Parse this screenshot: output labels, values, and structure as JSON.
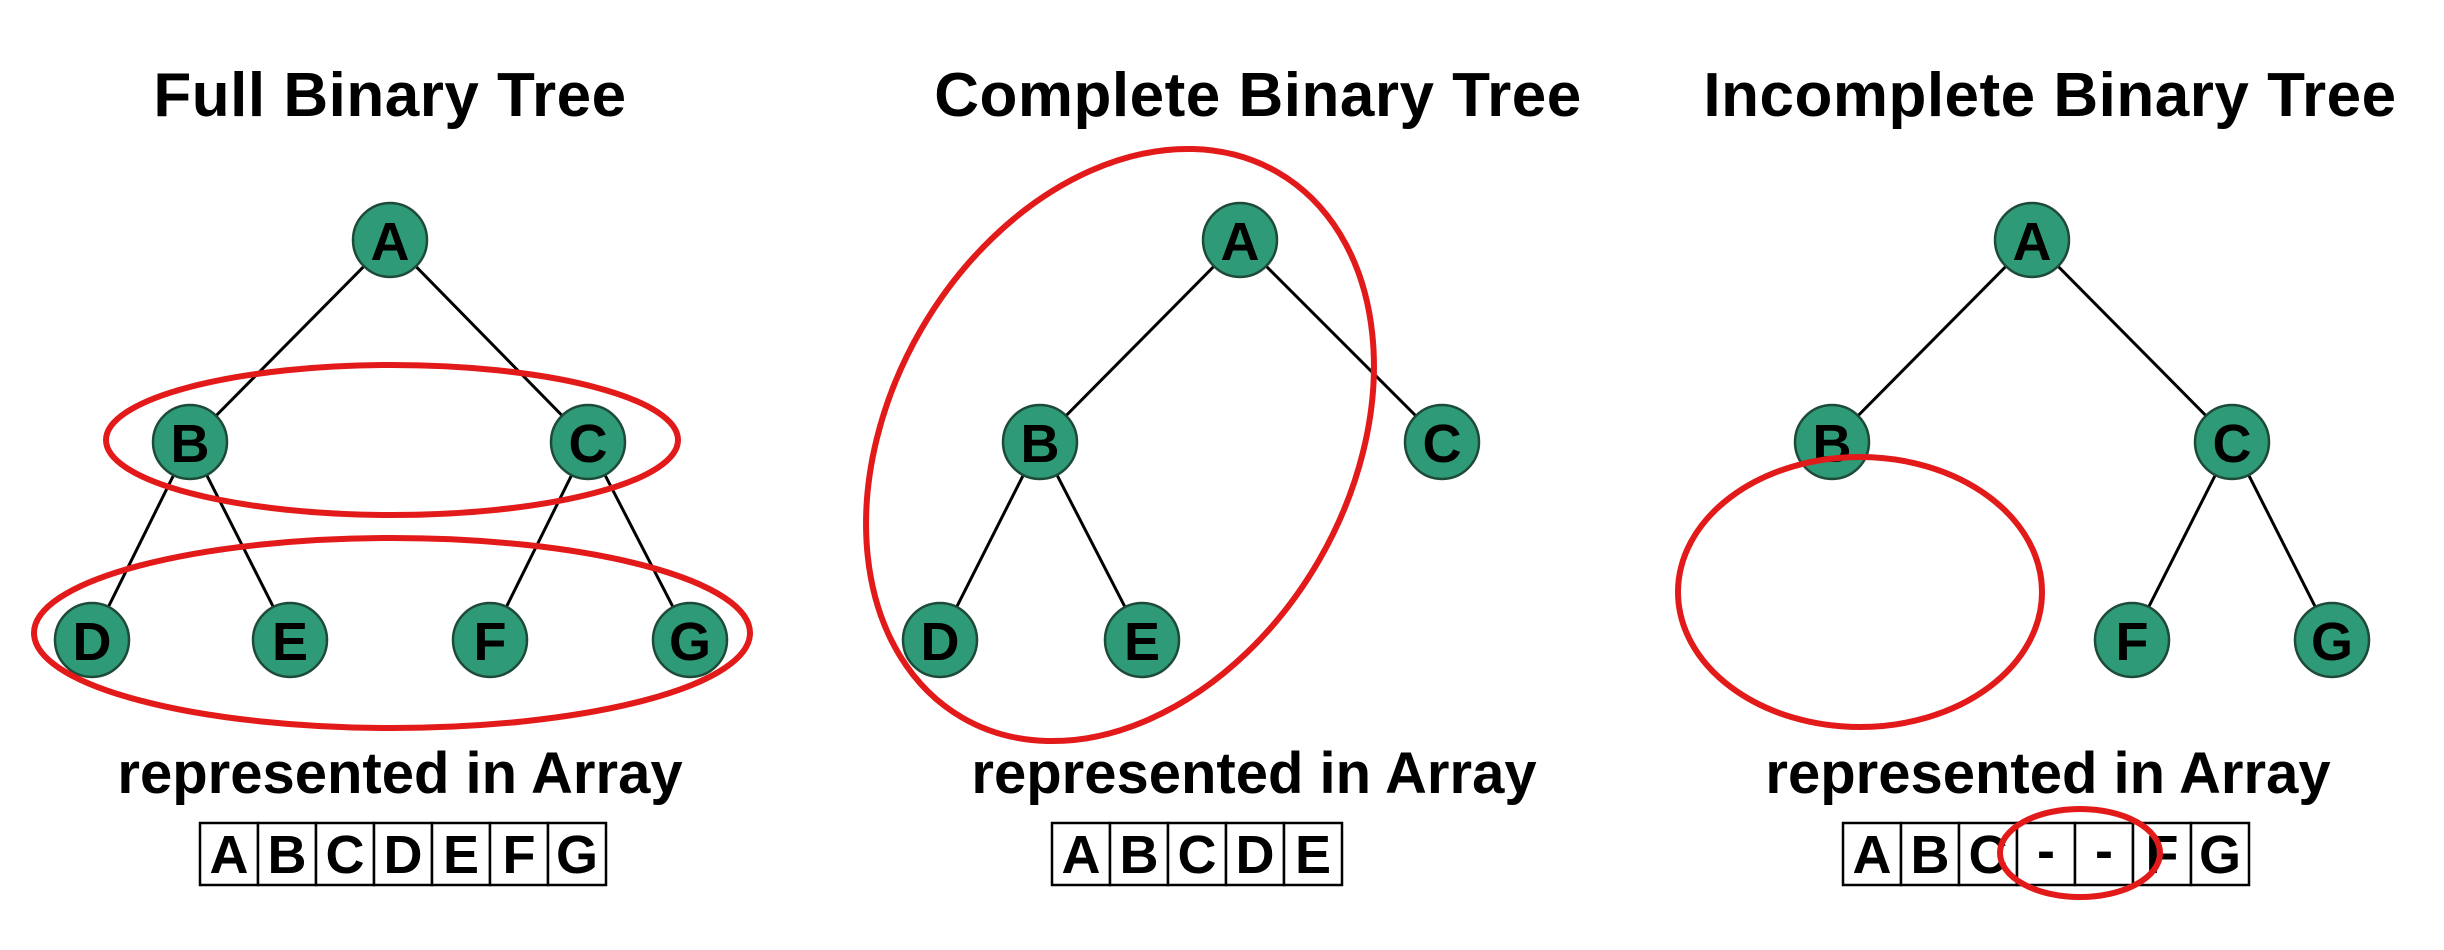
{
  "panels": [
    {
      "title": "Full Binary Tree",
      "subtitle": "represented in Array",
      "nodes": [
        "A",
        "B",
        "C",
        "D",
        "E",
        "F",
        "G"
      ],
      "array": [
        "A",
        "B",
        "C",
        "D",
        "E",
        "F",
        "G"
      ]
    },
    {
      "title": "Complete Binary Tree",
      "subtitle": "represented in Array",
      "nodes": [
        "A",
        "B",
        "C",
        "D",
        "E"
      ],
      "array": [
        "A",
        "B",
        "C",
        "D",
        "E"
      ]
    },
    {
      "title": "Incomplete Binary Tree",
      "subtitle": "represented in Array",
      "nodes": [
        "A",
        "B",
        "C",
        "F",
        "G"
      ],
      "array": [
        "A",
        "B",
        "C",
        "-",
        "-",
        "F",
        "G"
      ]
    }
  ],
  "colors": {
    "node_fill": "#2e9a78",
    "highlight_ring": "#e31a1a"
  }
}
